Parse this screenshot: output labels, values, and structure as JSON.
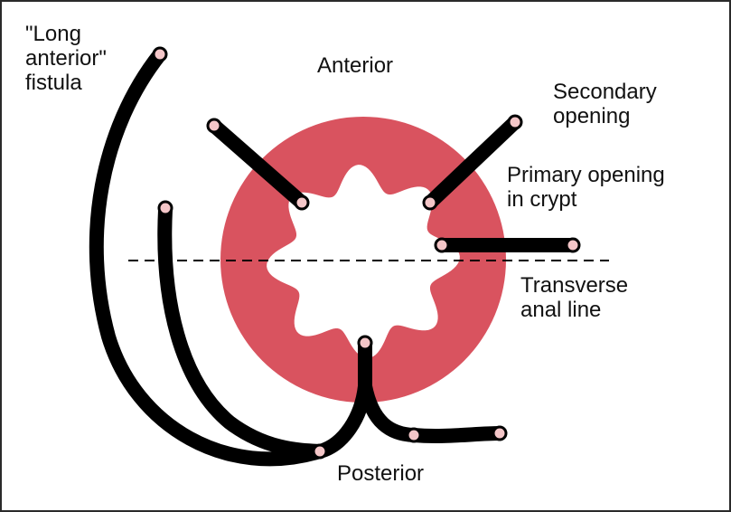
{
  "labels": {
    "long_anterior_line1": "\"Long",
    "long_anterior_line2": "anterior\"",
    "long_anterior_line3": "fistula",
    "anterior": "Anterior",
    "secondary_line1": "Secondary",
    "secondary_line2": "opening",
    "primary_line1": "Primary opening",
    "primary_line2": "in crypt",
    "transverse_line1": "Transverse",
    "transverse_line2": "anal line",
    "posterior": "Posterior"
  },
  "colors": {
    "ring": "#d9535f",
    "lumen": "#ffffff",
    "tract": "#000000",
    "opening_fill": "#f4c6c8",
    "dashed_line": "#000000",
    "text": "#111111",
    "frame": "#2a2a2a"
  }
}
